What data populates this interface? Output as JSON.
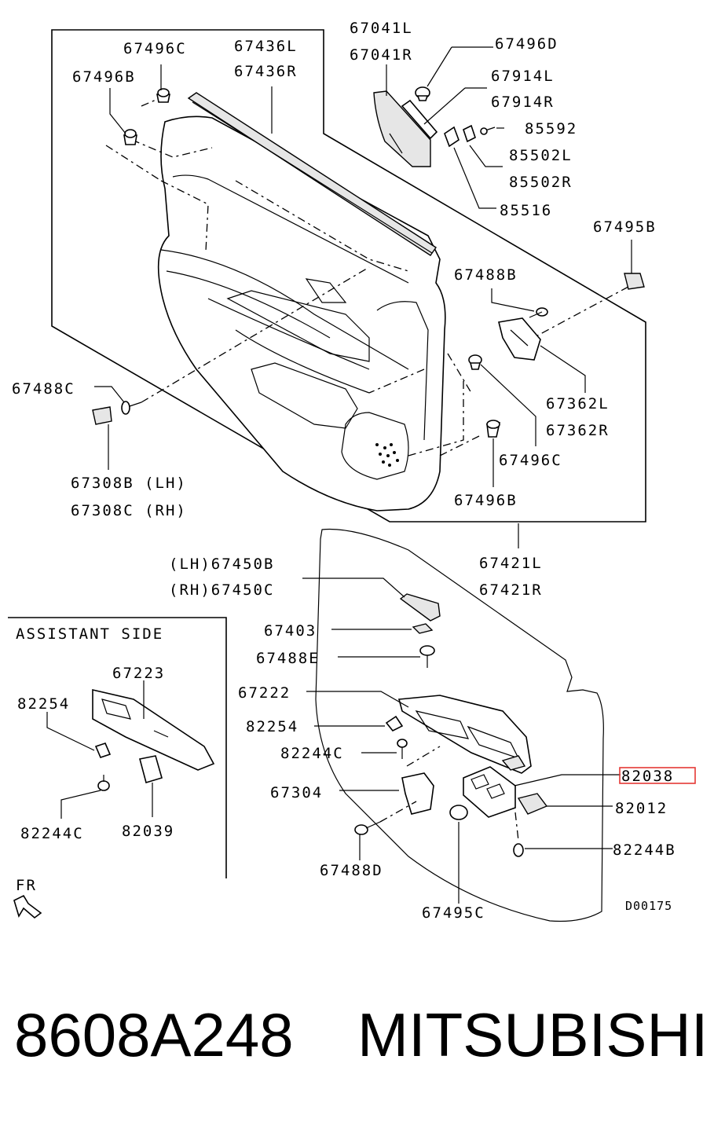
{
  "labels": {
    "p67041L": "67041L",
    "p67041R": "67041R",
    "p67496D": "67496D",
    "p67496C_top": "67496C",
    "p67436L": "67436L",
    "p67436R": "67436R",
    "p67496B_top": "67496B",
    "p67914L": "67914L",
    "p67914R": "67914R",
    "p85592": "85592",
    "p85502L": "85502L",
    "p85502R": "85502R",
    "p85516": "85516",
    "p67495B": "67495B",
    "p67488B": "67488B",
    "p67488C": "67488C",
    "p67362L": "67362L",
    "p67362R": "67362R",
    "p67308B": "67308B (LH)",
    "p67308C": "67308C (RH)",
    "p67496C_mid": "67496C",
    "p67496B_mid": "67496B",
    "p67421L": "67421L",
    "p67421R": "67421R",
    "p67450B": "(LH)67450B",
    "p67450C": "(RH)67450C",
    "p67403": "67403",
    "p67488E": "67488E",
    "p67222": "67222",
    "p82254_main": "82254",
    "p82244C_main": "82244C",
    "p67304": "67304",
    "p67488D": "67488D",
    "p67495C": "67495C",
    "p82038": "82038",
    "p82012": "82012",
    "p82244B": "82244B",
    "assistant_side": "ASSISTANT SIDE",
    "p67223": "67223",
    "p82254_asst": "82254",
    "p82244C_asst": "82244C",
    "p82039": "82039",
    "fr": "FR",
    "diagram_code": "D00175"
  },
  "highlight": {
    "part": "82038",
    "color": "#e53935"
  },
  "footer": {
    "part_number": "8608A248",
    "brand": "MITSUBISHI"
  }
}
